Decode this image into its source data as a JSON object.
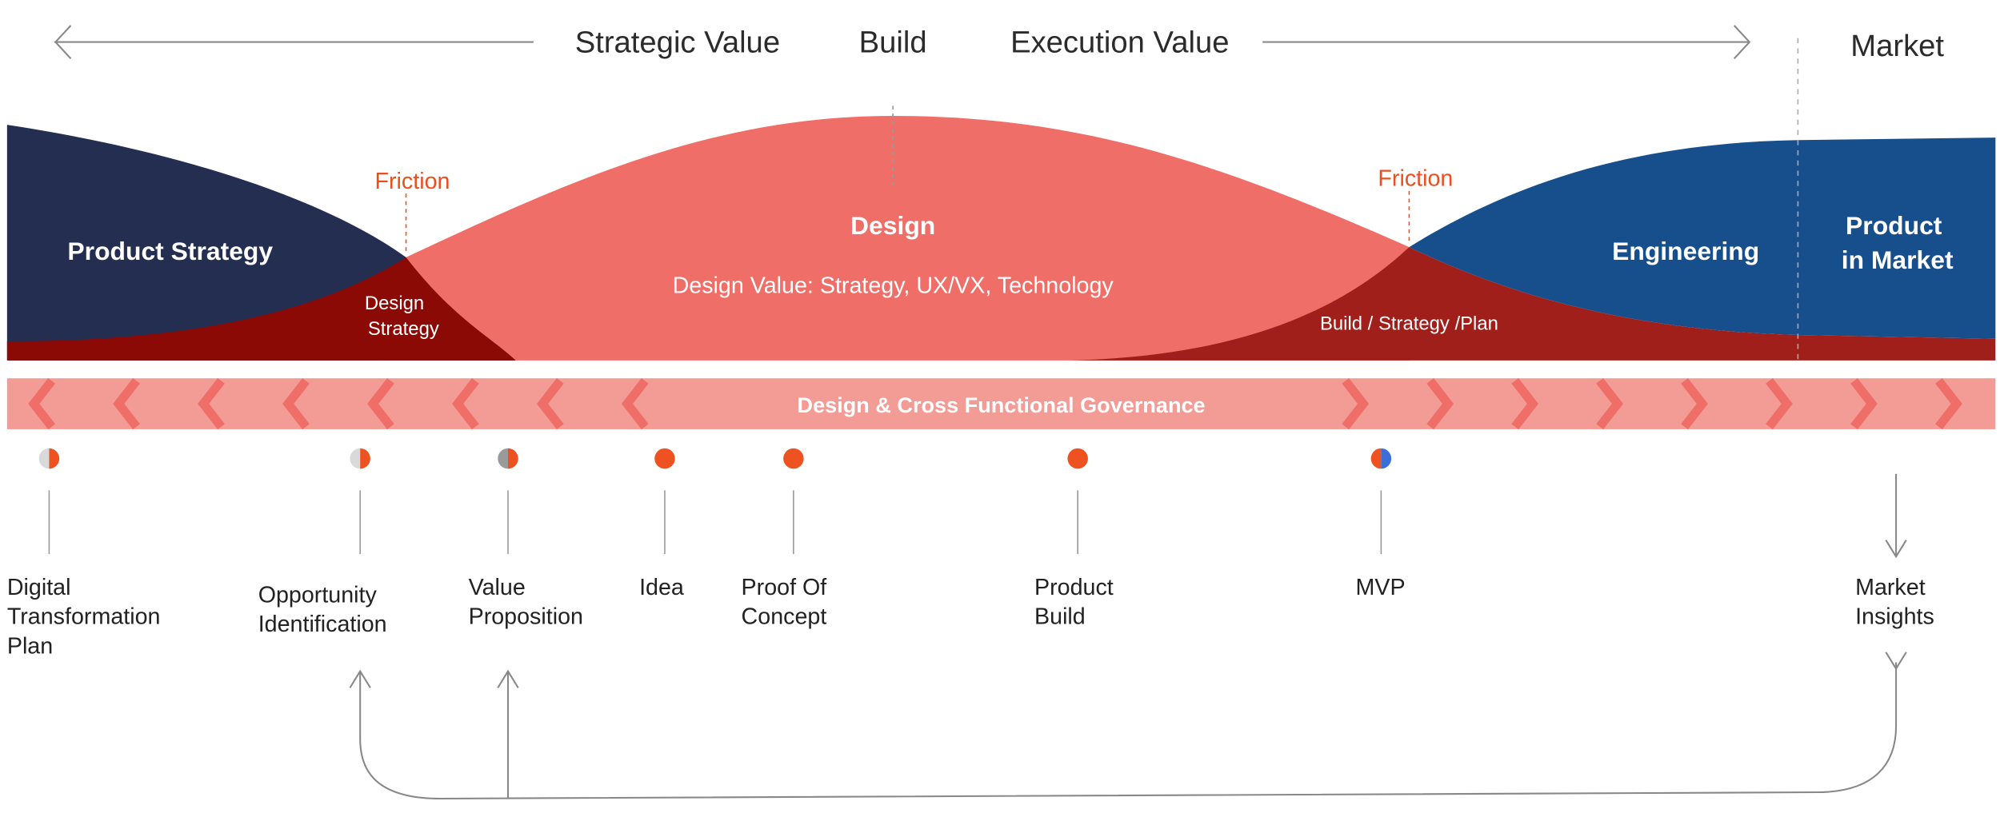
{
  "header": {
    "strategic_value": "Strategic Value",
    "build": "Build",
    "execution_value": "Execution Value",
    "market": "Market"
  },
  "regions": {
    "product_strategy": "Product Strategy",
    "design_strategy": [
      "Design",
      "Strategy"
    ],
    "design": "Design",
    "design_value": "Design Value: Strategy, UX/VX, Technology",
    "build_strategy_plan": "Build / Strategy /Plan",
    "engineering": "Engineering",
    "product_in_market": [
      "Product",
      "in Market"
    ],
    "friction_left": "Friction",
    "friction_right": "Friction"
  },
  "governance": {
    "label": "Design & Cross Functional Governance"
  },
  "milestones": [
    {
      "label": [
        "Digital",
        "Transformation",
        "Plan"
      ]
    },
    {
      "label": [
        "Opportunity",
        "Identification"
      ]
    },
    {
      "label": [
        "Value",
        "Proposition"
      ]
    },
    {
      "label": [
        "Idea"
      ]
    },
    {
      "label": [
        "Proof Of",
        "Concept"
      ]
    },
    {
      "label": [
        "Product",
        "Build"
      ]
    },
    {
      "label": [
        "MVP"
      ]
    },
    {
      "label": [
        "Market",
        "Insights"
      ]
    }
  ],
  "colors": {
    "navy": "#242E51",
    "salmon": "#EF6E68",
    "dark_red_left": "#8B0A06",
    "dark_red_right": "#A01F1A",
    "blue": "#174F8C",
    "orange": "#EE5220",
    "band": "#F39B95",
    "mvp_blue": "#3A6FD8"
  }
}
